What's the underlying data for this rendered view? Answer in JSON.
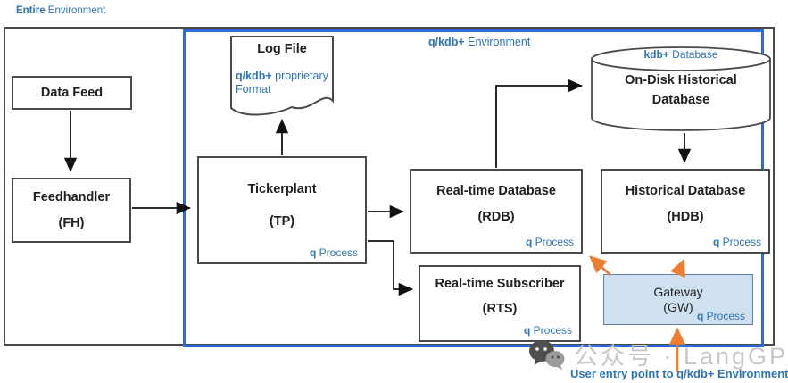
{
  "labels": {
    "entire_env_bold": "Entire",
    "entire_env_rest": " Environment",
    "qkdb_env_bold": "q/kdb+",
    "qkdb_env_rest": " Environment",
    "user_entry": "User entry point to q/kdb+ Environment",
    "watermark": "公众号 · LangGPT"
  },
  "q_process": {
    "bold": "q",
    "rest": " Process"
  },
  "nodes": {
    "data_feed": {
      "title": "Data Feed"
    },
    "feedhandler": {
      "title": "Feedhandler",
      "abbr": "(FH)"
    },
    "tickerplant": {
      "title": "Tickerplant",
      "abbr": "(TP)"
    },
    "log_file": {
      "title": "Log File",
      "note_bold": "q/kdb+",
      "note_rest": " proprietary Format"
    },
    "rdb": {
      "title": "Real-time Database",
      "abbr": "(RDB)"
    },
    "rts": {
      "title": "Real-time Subscriber",
      "abbr": "(RTS)"
    },
    "on_disk": {
      "header_bold": "kdb+",
      "header_rest": " Database",
      "line1": "On-Disk Historical",
      "line2": "Database"
    },
    "hdb": {
      "title": "Historical Database",
      "abbr": "(HDB)"
    },
    "gateway": {
      "title": "Gateway",
      "abbr": "(GW)"
    }
  },
  "edges": [
    {
      "from": "data_feed",
      "to": "feedhandler",
      "color": "black"
    },
    {
      "from": "feedhandler",
      "to": "tickerplant",
      "color": "black"
    },
    {
      "from": "tickerplant",
      "to": "log_file",
      "color": "black"
    },
    {
      "from": "tickerplant",
      "to": "rdb",
      "color": "black"
    },
    {
      "from": "tickerplant",
      "to": "rts",
      "color": "black"
    },
    {
      "from": "rdb",
      "to": "on_disk",
      "color": "black"
    },
    {
      "from": "on_disk",
      "to": "hdb",
      "color": "black"
    },
    {
      "from": "gateway",
      "to": "rdb",
      "color": "orange"
    },
    {
      "from": "gateway",
      "to": "hdb",
      "color": "orange"
    },
    {
      "from": "user_entry",
      "to": "gateway",
      "color": "orange"
    }
  ],
  "colors": {
    "blue_border": "#2d6cd4",
    "blue_text": "#2e74b5",
    "orange_arrow": "#ed7d31",
    "gateway_fill": "#cfe1f1",
    "box_border": "#4a4a4a",
    "watermark_gray": "#c7c7c7"
  }
}
